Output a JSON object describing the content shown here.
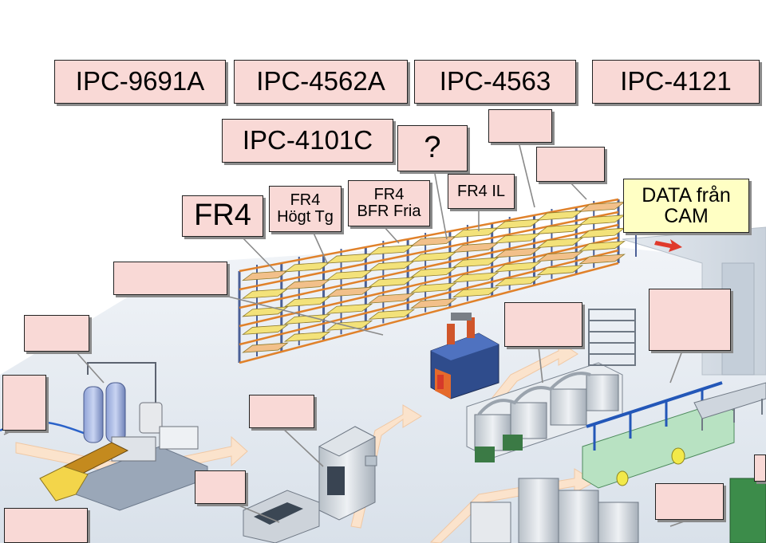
{
  "standards": {
    "ipc_9691a": "IPC-9691A",
    "ipc_4562a": "IPC-4562A",
    "ipc_4563": "IPC-4563",
    "ipc_4121": "IPC-4121",
    "ipc_4101c": "IPC-4101C",
    "question": "?"
  },
  "materials": {
    "fr4": "FR4",
    "fr4_high_tg_1": "FR4",
    "fr4_high_tg_2": "Högt Tg",
    "fr4_bfr_free_1": "FR4",
    "fr4_bfr_free_2": "BFR Fria",
    "fr4_il": "FR4 IL"
  },
  "data_cam": {
    "line1": "DATA från",
    "line2": "CAM"
  },
  "colors": {
    "callout_fill": "#f9d9d6",
    "data_fill": "#ffffc4",
    "rack_blue": "#4a5f96",
    "rack_orange": "#e0812a",
    "board_yellow": "#f3e27a",
    "floor": "#dfe6ee",
    "path_arrow": "#fbe3cc",
    "flow_arrow": "#e03a2c"
  }
}
